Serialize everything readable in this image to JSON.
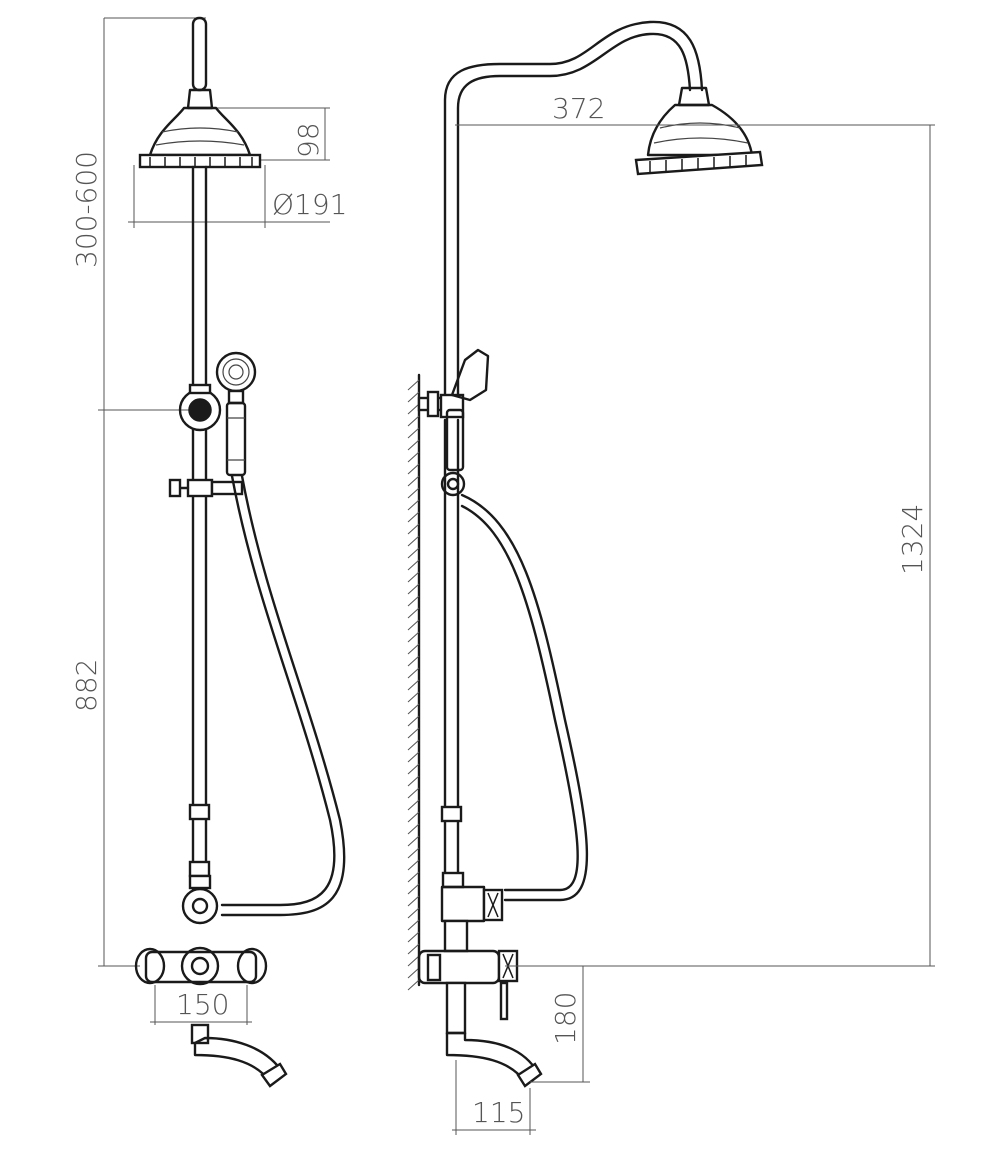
{
  "front_view": {
    "dim_adjustable_height": "300-600",
    "dim_showerhead_height": "98",
    "dim_showerhead_diameter": "Ø191",
    "dim_outlet_height": "882",
    "dim_inlet_spacing": "150"
  },
  "side_view": {
    "dim_head_reach": "372",
    "dim_total_height": "1324",
    "dim_spout_drop": "180",
    "dim_spout_projection": "115"
  }
}
